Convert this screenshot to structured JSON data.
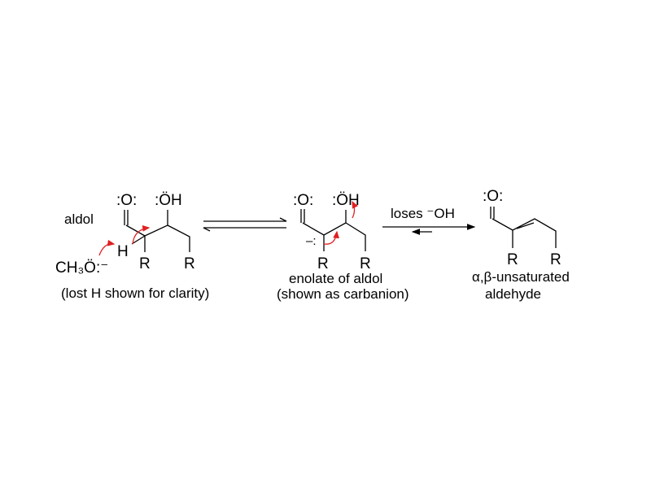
{
  "labels": {
    "aldol": "aldol",
    "lost_h_note": "(lost H shown for clarity)",
    "enolate_line1": "enolate of aldol",
    "enolate_line2": "(shown as carbanion)",
    "loses_oh": "loses ⁻OH",
    "product_line1": "α,β-unsaturated",
    "product_line2": "aldehyde"
  },
  "atoms": {
    "carbonyl_o": ":O:",
    "hydroxyl": ":ÖH",
    "h": "H",
    "r": "R",
    "methoxide": "CH₃Ö:⁻",
    "carbanion": "–:"
  },
  "colors": {
    "arrow_red": "#e02020"
  }
}
